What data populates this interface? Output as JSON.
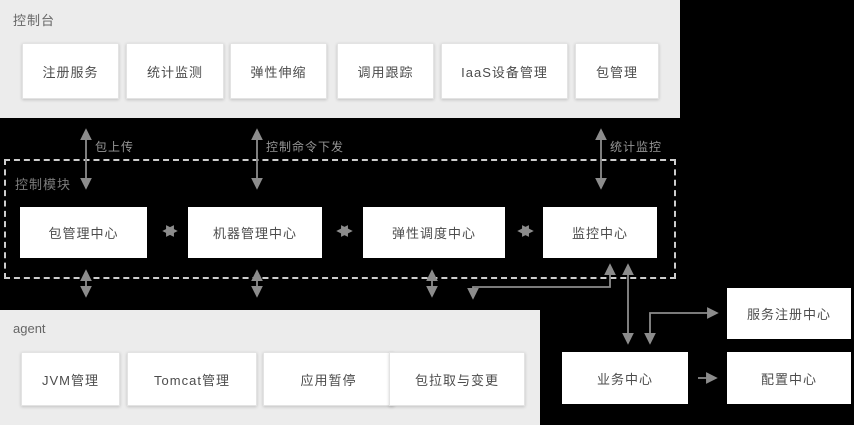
{
  "colors": {
    "background": "#000000",
    "panel": "#ececec",
    "node_fill": "#ffffff",
    "node_border": "#e3e3e3",
    "node_text": "#4c4c4c",
    "panel_label": "#666666",
    "dark_label": "#7d7d7d",
    "arrow": "#8c8c8c",
    "dashed_border": "#cdcdcd",
    "flow_label": "#969696"
  },
  "console": {
    "title": "控制台",
    "boxes": [
      "注册服务",
      "统计监测",
      "弹性伸缩",
      "调用跟踪",
      "IaaS设备管理",
      "包管理"
    ]
  },
  "flow_labels": {
    "package_upload": "包上传",
    "control_command": "控制命令下发",
    "stats_monitoring": "统计监控"
  },
  "control_module": {
    "title": "控制模块",
    "boxes": [
      "包管理中心",
      "机器管理中心",
      "弹性调度中心",
      "监控中心"
    ]
  },
  "agent": {
    "title": "agent",
    "boxes": [
      "JVM管理",
      "Tomcat管理",
      "应用暂停",
      "包拉取与变更"
    ]
  },
  "right_nodes": {
    "service_registry": "服务注册中心",
    "business_center": "业务中心",
    "config_center": "配置中心"
  }
}
